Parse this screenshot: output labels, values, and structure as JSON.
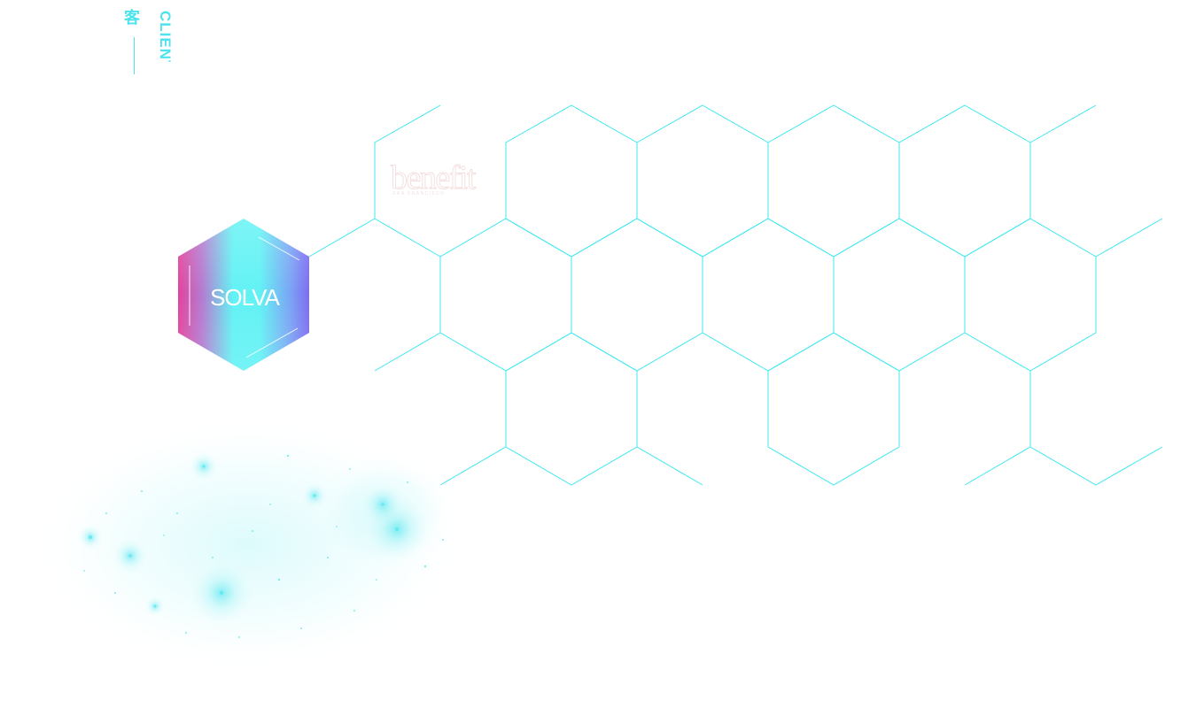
{
  "section": {
    "title_cn": "客",
    "title_en": "CLIENT"
  },
  "clients": [
    {
      "name": "benefit",
      "tagline": "SAN FRANCISCO",
      "state": "inactive"
    },
    {
      "name": "SOLVA",
      "state": "active"
    }
  ],
  "colors": {
    "accent": "#4de3ee",
    "hex_line": "#3ee8f0",
    "active_gradient": [
      "#e2439c",
      "#62f2f4",
      "#7c6cf2"
    ],
    "benefit_logo": "#f3dede"
  }
}
